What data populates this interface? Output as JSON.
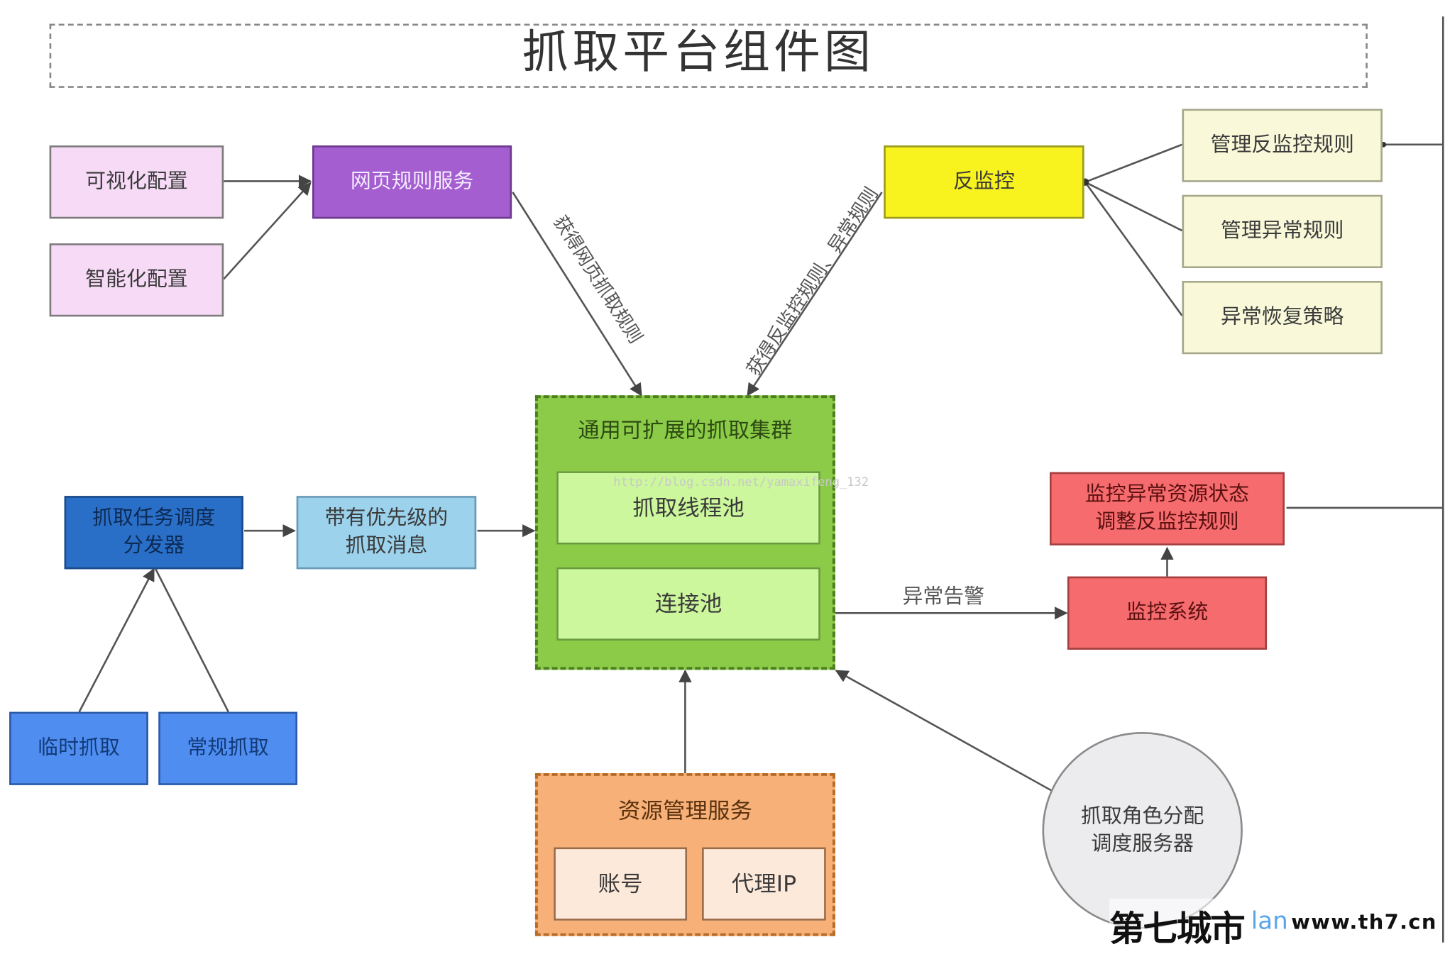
{
  "title": "抓取平台组件图",
  "config": {
    "visual": "可视化配置",
    "smart": "智能化配置"
  },
  "rules_service": "网页规则服务",
  "anti_monitor": "反监控",
  "anti_rules": {
    "manage_anti": "管理反监控规则",
    "manage_abnormal": "管理异常规则",
    "recovery": "异常恢复策略"
  },
  "edge_labels": {
    "get_page_rules": "获得网页抓取规则",
    "get_anti_rules": "获得反监控规则、异常规则",
    "alert": "异常告警"
  },
  "cluster": {
    "title": "通用可扩展的抓取集群",
    "thread_pool": "抓取线程池",
    "conn_pool": "连接池"
  },
  "dispatcher": {
    "line1": "抓取任务调度",
    "line2": "分发器"
  },
  "message": {
    "line1": "带有优先级的",
    "line2": "抓取消息"
  },
  "crawl_types": {
    "temp": "临时抓取",
    "regular": "常规抓取"
  },
  "monitor": {
    "adjust_line1": "监控异常资源状态",
    "adjust_line2": "调整反监控规则",
    "system": "监控系统"
  },
  "resource": {
    "title": "资源管理服务",
    "account": "账号",
    "proxy": "代理IP"
  },
  "role_service": {
    "line1": "抓取角色分配",
    "line2": "调度服务器"
  },
  "watermark": "http://blog.csdn.net/yamaxifeng_132",
  "branding": {
    "cn": "第七城市",
    "latin": "lan",
    "url": "www.th7.cn"
  },
  "colors": {
    "purple": "#a45ed0",
    "yellow": "#f8f21e",
    "green": "#8bcb48",
    "red": "#f56b6e",
    "orange": "#f7b077",
    "blue": "#4f8ef0"
  }
}
